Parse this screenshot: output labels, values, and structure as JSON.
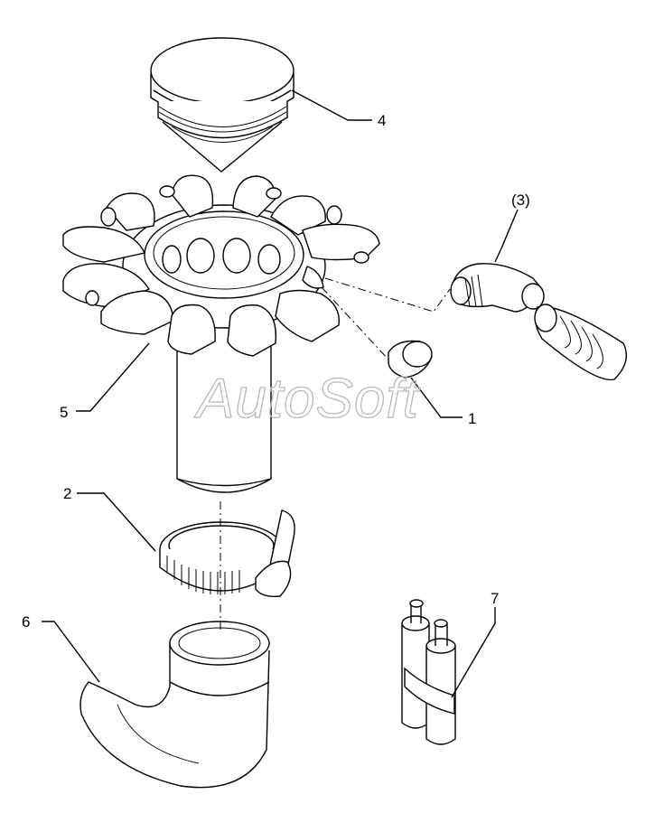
{
  "watermark": "AutoSoft",
  "callouts": [
    {
      "id": "4",
      "text": "4"
    },
    {
      "id": "3",
      "text": "(3)"
    },
    {
      "id": "1",
      "text": "1"
    },
    {
      "id": "5",
      "text": "5"
    },
    {
      "id": "2",
      "text": "2"
    },
    {
      "id": "6",
      "text": "6"
    },
    {
      "id": "7",
      "text": "7"
    }
  ]
}
